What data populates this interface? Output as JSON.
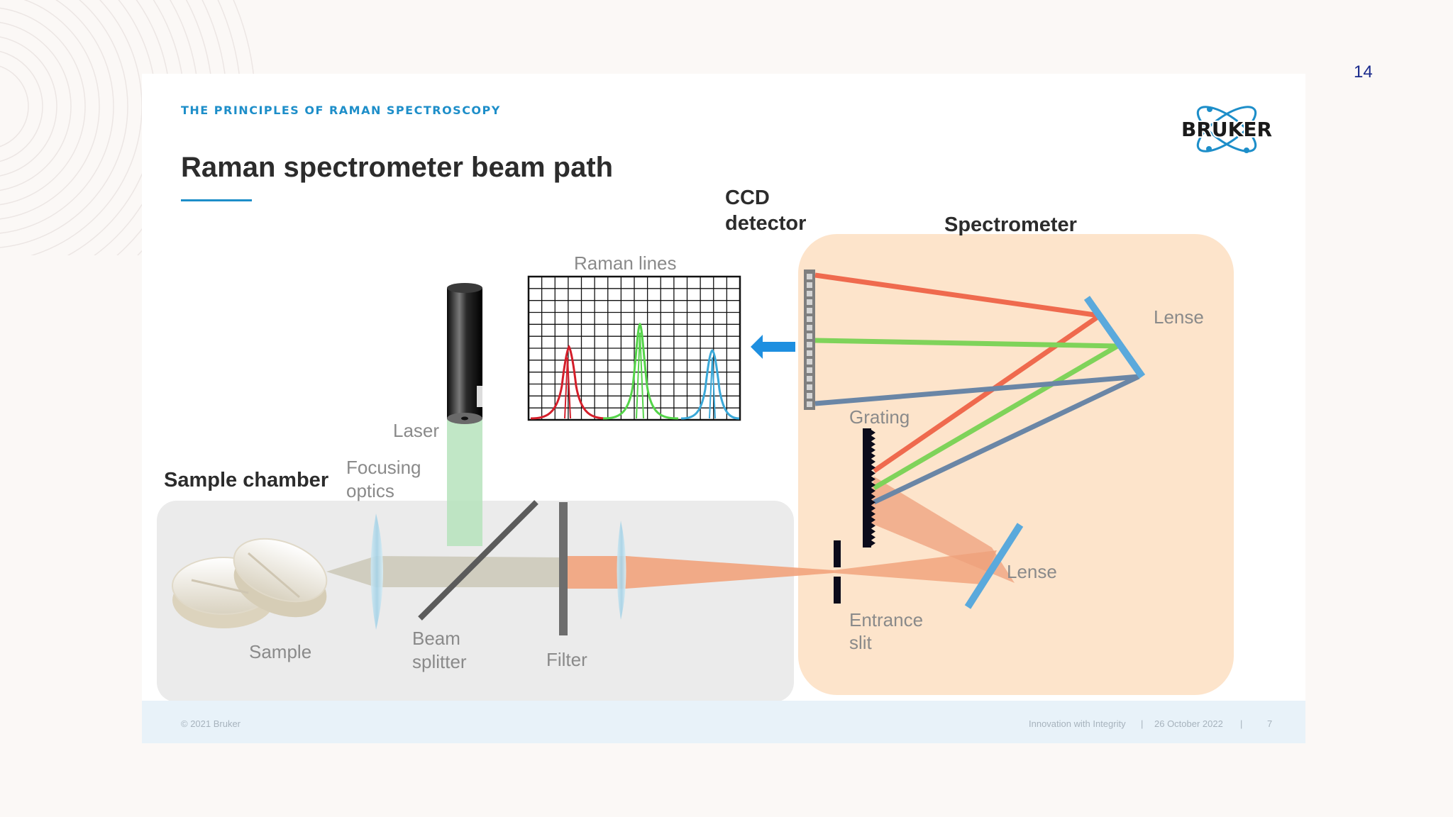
{
  "page_number": "14",
  "slide": {
    "kicker": "THE PRINCIPLES OF RAMAN SPECTROSCOPY",
    "title": "Raman spectrometer beam path",
    "logo_text": "BRUKER"
  },
  "diagram": {
    "labels": {
      "ccd_line1": "CCD",
      "ccd_line2": "detector",
      "spectrometer": "Spectrometer",
      "raman_lines": "Raman lines",
      "lense_top": "Lense",
      "grating": "Grating",
      "laser": "Laser",
      "sample_chamber": "Sample chamber",
      "focusing_line1": "Focusing",
      "focusing_line2": "optics",
      "lense_bottom": "Lense",
      "entrance_line1": "Entrance",
      "entrance_line2": "slit",
      "sample": "Sample",
      "beam_line1": "Beam",
      "beam_line2": "splitter",
      "filter": "Filter"
    },
    "colors": {
      "red_beam": "#ef6a4e",
      "green_beam": "#7fd35a",
      "blue_beam": "#6a86a6",
      "laser_beam": "#b6e3bc",
      "accent": "#1d8ec9",
      "mirror": "#5aa9dc",
      "arrow": "#1e8fe0",
      "spectrometer_bg": "#fde4cb",
      "chamber_bg": "#ebebeb"
    }
  },
  "footer": {
    "copyright": "© 2021 Bruker",
    "tagline": "Innovation with Integrity",
    "date": "26 October 2022",
    "page_ref": "7"
  }
}
